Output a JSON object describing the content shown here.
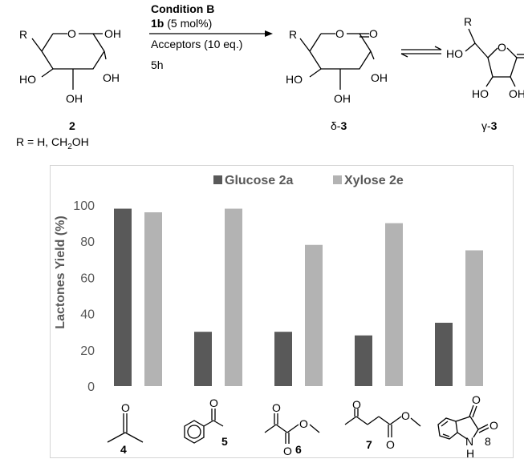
{
  "scheme": {
    "reactant": {
      "r": "R",
      "o": "O",
      "oh_right": "OH",
      "ho_left": "HO",
      "oh_mid": "OH",
      "oh_bottom": "OH",
      "number": "2",
      "r_def": "R = H, CH",
      "r_def_sub": "2",
      "r_def_tail": "OH"
    },
    "conditions": {
      "title": "Condition B",
      "catalyst_bold": "1b",
      "catalyst_rest": " (5 mol%)",
      "acceptors": "Acceptors (10 eq.)",
      "time": "5h"
    },
    "delta_product": {
      "r": "R",
      "o": "O",
      "o2": "O",
      "ho_left": "HO",
      "oh_right": "OH",
      "oh_bottom": "OH",
      "label_prefix": "δ-",
      "label_num": "3"
    },
    "gamma_product": {
      "r": "R",
      "ho_left": "HO",
      "o": "O",
      "ho_bottom": "HO",
      "oh_right": "OH",
      "label_prefix": "γ-",
      "label_num": "3"
    }
  },
  "chart_data": {
    "type": "bar",
    "ylabel": "Lactones Yield (%)",
    "ylim": [
      0,
      100
    ],
    "yticks": [
      0,
      20,
      40,
      60,
      80,
      100
    ],
    "categories": [
      "4",
      "5",
      "6",
      "7",
      "8"
    ],
    "series": [
      {
        "name": "Glucose 2a",
        "color": "#595959",
        "values": [
          98,
          30,
          30,
          28,
          35
        ]
      },
      {
        "name": "Xylose 2e",
        "color": "#b3b3b3",
        "values": [
          96,
          98,
          78,
          90,
          75
        ]
      }
    ],
    "legend": "top",
    "grid": false
  },
  "acceptors": {
    "a4": {
      "o": "O",
      "num": "4"
    },
    "a5": {
      "o": "O",
      "num": "5"
    },
    "a6": {
      "o1": "O",
      "o2": "O",
      "o3": "O",
      "num": "6"
    },
    "a7": {
      "o1": "O",
      "o2": "O",
      "o3": "O",
      "num": "7"
    },
    "a8": {
      "o1": "O",
      "o2": "O",
      "n": "N",
      "h": "H",
      "num": "8"
    }
  }
}
